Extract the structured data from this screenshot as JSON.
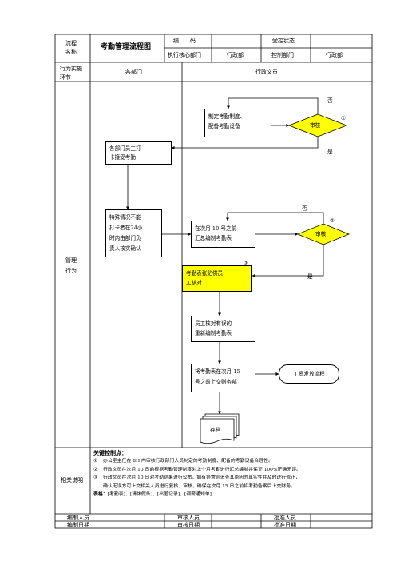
{
  "header": {
    "process_label_1": "流程",
    "process_label_2": "名称",
    "doc_title": "考勤管理流程图",
    "code_label": "编　　码",
    "control_state_label": "受控状态",
    "exec_dept_label": "执行核心部门",
    "exec_dept_value": "行政部",
    "control_dept_label": "控制部门",
    "control_dept_value": "行政部"
  },
  "lanes": {
    "row_label_1": "行为实施",
    "row_label_2": "环节",
    "lane_left": "各部门",
    "lane_right": "行政文员",
    "section_label_1": "管理",
    "section_label_2": "行为"
  },
  "flow": {
    "step_draft_1": "制定考勤制度、",
    "step_draft_2": "配备考勤设备",
    "decision_1": "审核",
    "mark_1": "①",
    "no_1": "否",
    "yes_1": "是",
    "step_staff_1": "各部门员工打",
    "step_staff_2": "卡接受考勤",
    "step_special_1": "特殊情况不能",
    "step_special_2": "打卡者在24小",
    "step_special_3": "时内由部门负",
    "step_special_4": "责人核实确认",
    "step_compile_1": "在次月  10  号之前",
    "step_compile_2": "汇总编制考勤表",
    "decision_2": "审核",
    "mark_2": "②",
    "no_2": "否",
    "yes_2": "是",
    "step_provide_1": "考勤表张贴供员",
    "step_provide_2": "工核对",
    "mark_3": "③",
    "step_recompile_1": "员工核对有误的",
    "step_recompile_2": "重新编制考勤表",
    "step_submit_1": "将考勤表在次月  15",
    "step_submit_2": "号之前上交财务部",
    "step_salary": "工资发放流程",
    "step_archive": "存档"
  },
  "notes": {
    "label": "相关说明",
    "heading": "关键控制点：",
    "items": [
      {
        "mark": "①",
        "text": "办公室主任在 8H 内审核行政部门人员制定的考勤制度、配备的考勤设备合理性。"
      },
      {
        "mark": "②",
        "text": "行政文员在次月 10 日前根据考勤管理制度对上个月考勤进行汇总编制并保证 100%正确无误。"
      },
      {
        "mark": "③",
        "text": "行政文员在次月  10 日对考勤结果进行公布，如有异常则追查其原因的真实性并及时进行修正，"
      }
    ],
    "item3_cont": "确认无误方可上交相关人员进行复核、审核，确保在次月 15 日之前将考勤备案后上交财务。",
    "forms_label": "表格：",
    "forms_text": "[考勤表]、[请休假条]、[出差记录]、[调薪通知单]"
  },
  "footer": {
    "prepared_by": "编制人员",
    "reviewed_by": "审核人员",
    "approved_by": "批准人员",
    "prepared_date": "编制日期",
    "reviewed_date": "审核日期",
    "approved_date": "批准日期"
  }
}
